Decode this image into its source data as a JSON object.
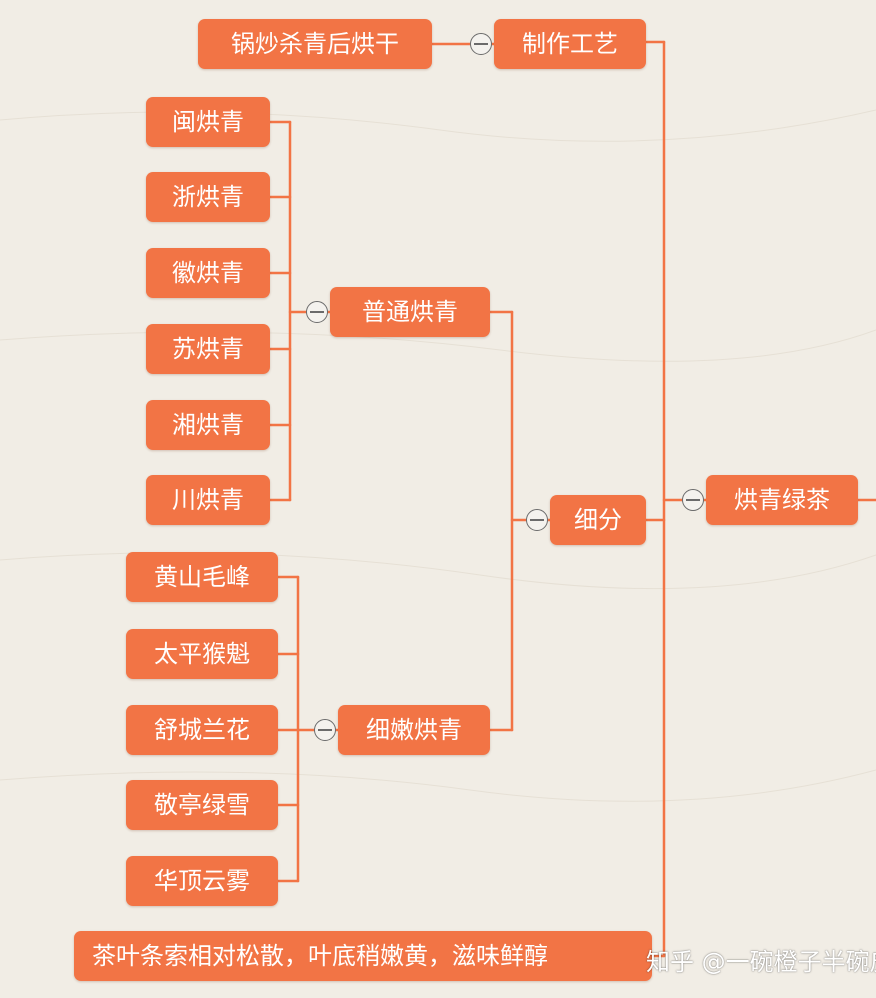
{
  "colors": {
    "node_fill": "#f27445",
    "connector": "#f27445",
    "background": "#f1ede5"
  },
  "mindmap": {
    "root": {
      "label": "烘青绿茶"
    },
    "process": {
      "label": "制作工艺",
      "detail": "锅炒杀青后烘干"
    },
    "subdivision": {
      "label": "细分",
      "ordinary": {
        "label": "普通烘青",
        "items": [
          "闽烘青",
          "浙烘青",
          "徽烘青",
          "苏烘青",
          "湘烘青",
          "川烘青"
        ]
      },
      "fine": {
        "label": "细嫩烘青",
        "items": [
          "黄山毛峰",
          "太平猴魁",
          "舒城兰花",
          "敬亭绿雪",
          "华顶云雾"
        ]
      }
    },
    "feature": {
      "label": "茶叶条索相对松散，叶底稍嫩黄，滋味鲜醇"
    }
  },
  "watermark": {
    "text": "知乎 @一碗橙子半碗皮"
  }
}
